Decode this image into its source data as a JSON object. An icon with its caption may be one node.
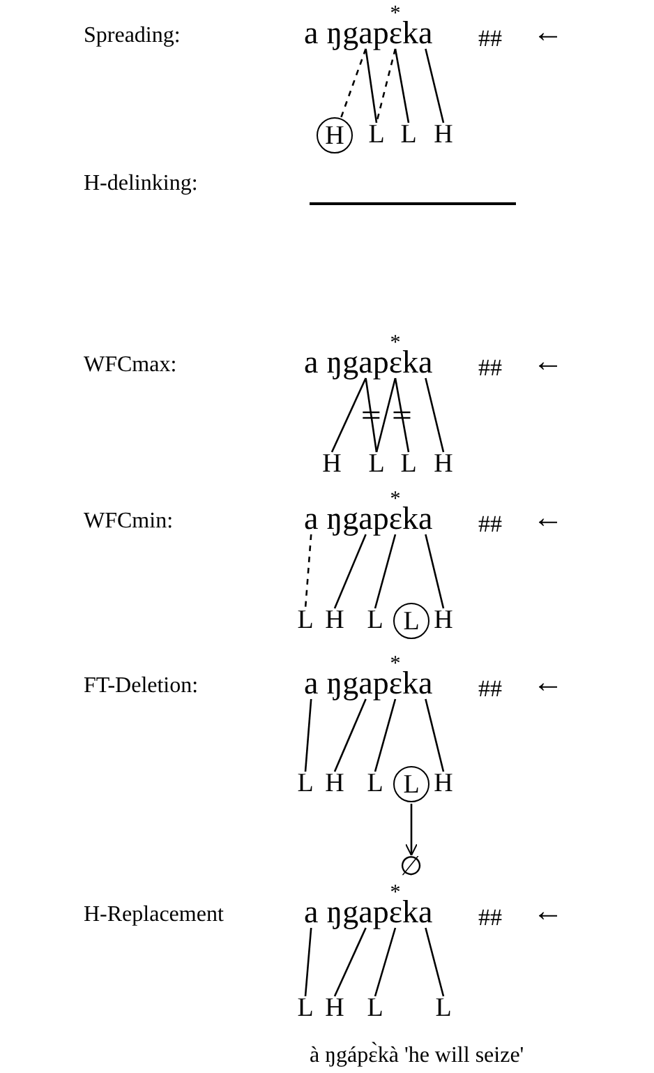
{
  "diagram": {
    "nodes": [
      {
        "text": [
          "a"
        ]
      },
      {
        "text": [
          "ŋga"
        ]
      },
      {
        "text": [
          "pɛ"
        ],
        "beside": [
          "*"
        ]
      },
      {
        "text": [
          "ka"
        ]
      },
      {
        "text": [],
        "shape": "circle"
      },
      {
        "text": [
          "H"
        ],
        "in": 4
      },
      {
        "text": [
          "L"
        ]
      },
      {
        "text": [
          "L"
        ]
      },
      {
        "text": [
          "H"
        ]
      },
      {
        "text": [
          "a"
        ]
      },
      {
        "text": [
          "ŋga"
        ]
      },
      {
        "text": [
          "pɛ"
        ],
        "beside": [
          "*"
        ]
      },
      {
        "text": [
          "ka"
        ]
      },
      {
        "text": [
          "H"
        ]
      },
      {
        "text": [
          "L"
        ]
      },
      {
        "text": [
          "L"
        ]
      },
      {
        "text": [
          "H"
        ]
      },
      {
        "text": [
          "a"
        ]
      },
      {
        "text": [
          "ŋga"
        ]
      },
      {
        "text": [
          "pɛ"
        ],
        "beside": [
          "*"
        ]
      },
      {
        "text": [
          "ka"
        ]
      },
      {
        "text": [
          "L"
        ]
      },
      {
        "text": [
          "H"
        ]
      },
      {
        "text": [
          "L"
        ]
      },
      {
        "text": [],
        "shape": "circle"
      },
      {
        "text": [
          "L"
        ],
        "in": 24
      },
      {
        "text": [
          "H"
        ]
      },
      {
        "text": [
          "a"
        ]
      },
      {
        "text": [
          "ŋga"
        ]
      },
      {
        "text": [
          "pɛ"
        ],
        "beside": [
          "*"
        ]
      },
      {
        "text": [
          "ka"
        ]
      },
      {
        "text": [
          "L"
        ]
      },
      {
        "text": [
          "H"
        ]
      },
      {
        "text": [
          "L"
        ]
      },
      {
        "text": [],
        "shape": "circle"
      },
      {
        "text": [
          "L"
        ],
        "in": 34
      },
      {
        "text": [
          "H"
        ]
      },
      {
        "text": [
          "∅"
        ]
      },
      {
        "text": [
          "a"
        ]
      },
      {
        "text": [
          "ŋga"
        ]
      },
      {
        "text": [
          "pɛ"
        ],
        "beside": [
          "*"
        ]
      },
      {
        "text": [
          "ka"
        ]
      },
      {
        "text": [
          "L"
        ]
      },
      {
        "text": [
          "H"
        ]
      },
      {
        "text": [
          "L"
        ]
      },
      {
        "text": [
          "L"
        ]
      }
    ],
    "edges": [
      {
        "from": 1,
        "to": 4,
        "arrow": "none",
        "style": "dashed"
      },
      {
        "from": 1,
        "to": 6,
        "arrow": "none"
      },
      {
        "from": 2,
        "to": 6,
        "arrow": "none",
        "style": "dashed"
      },
      {
        "from": 2,
        "to": 7,
        "arrow": "none"
      },
      {
        "from": 3,
        "to": 8,
        "arrow": "none"
      },
      {
        "from": 10,
        "to": 13,
        "arrow": "none"
      },
      {
        "from": 10,
        "to": 14,
        "arrow": "none"
      },
      {
        "from": 11,
        "to": 14,
        "arrow": "none"
      },
      {
        "from": 11,
        "to": 15,
        "arrow": "none"
      },
      {
        "from": 12,
        "to": 16,
        "arrow": "none"
      },
      {
        "from": 17,
        "to": 21,
        "arrow": "none",
        "style": "dashed"
      },
      {
        "from": 18,
        "to": 22,
        "arrow": "none"
      },
      {
        "from": 19,
        "to": 23,
        "arrow": "none"
      },
      {
        "from": 20,
        "to": 26,
        "arrow": "none"
      },
      {
        "from": 27,
        "to": 31,
        "arrow": "none"
      },
      {
        "from": 28,
        "to": 32,
        "arrow": "none"
      },
      {
        "from": 29,
        "to": 33,
        "arrow": "none"
      },
      {
        "from": 30,
        "to": 36,
        "arrow": "none"
      },
      {
        "from": 34,
        "to": 37,
        "arrow": "to"
      },
      {
        "from": 38,
        "to": 42,
        "arrow": "none"
      },
      {
        "from": 39,
        "to": 43,
        "arrow": "none"
      },
      {
        "from": 40,
        "to": 44,
        "arrow": "none"
      },
      {
        "from": 41,
        "to": 45,
        "arrow": "none"
      }
    ],
    "labels": [
      "Spreading:",
      "##",
      "←",
      "H-delinking:",
      "WFCmax:",
      "##",
      "←",
      "WFCmin:",
      "##",
      "←",
      "FT-Deletion:",
      "##",
      "←",
      "H-Replacement",
      "##",
      "←",
      "à ŋgápɛ̀kà 'he will seize'"
    ]
  }
}
